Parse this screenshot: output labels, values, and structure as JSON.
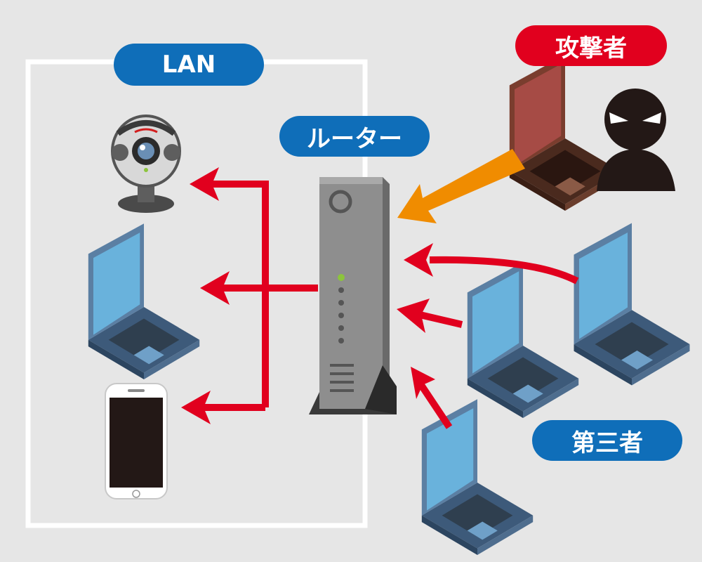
{
  "labels": {
    "lan": "LAN",
    "router": "ルーター",
    "attacker": "攻撃者",
    "third_party": "第三者"
  },
  "colors": {
    "background": "#e6e6e6",
    "label_blue": "#0f6eb9",
    "label_red": "#e1001e",
    "lan_arrow": "#e1001e",
    "attack_arrow": "#f08c00"
  },
  "icons": {
    "lan_devices": [
      "webcam-icon",
      "laptop-icon",
      "smartphone-icon"
    ],
    "center": "router-icon",
    "attacker": [
      "laptop-icon",
      "hooded-figure-icon"
    ],
    "third_party": [
      "laptop-icon",
      "laptop-icon",
      "laptop-icon"
    ]
  }
}
